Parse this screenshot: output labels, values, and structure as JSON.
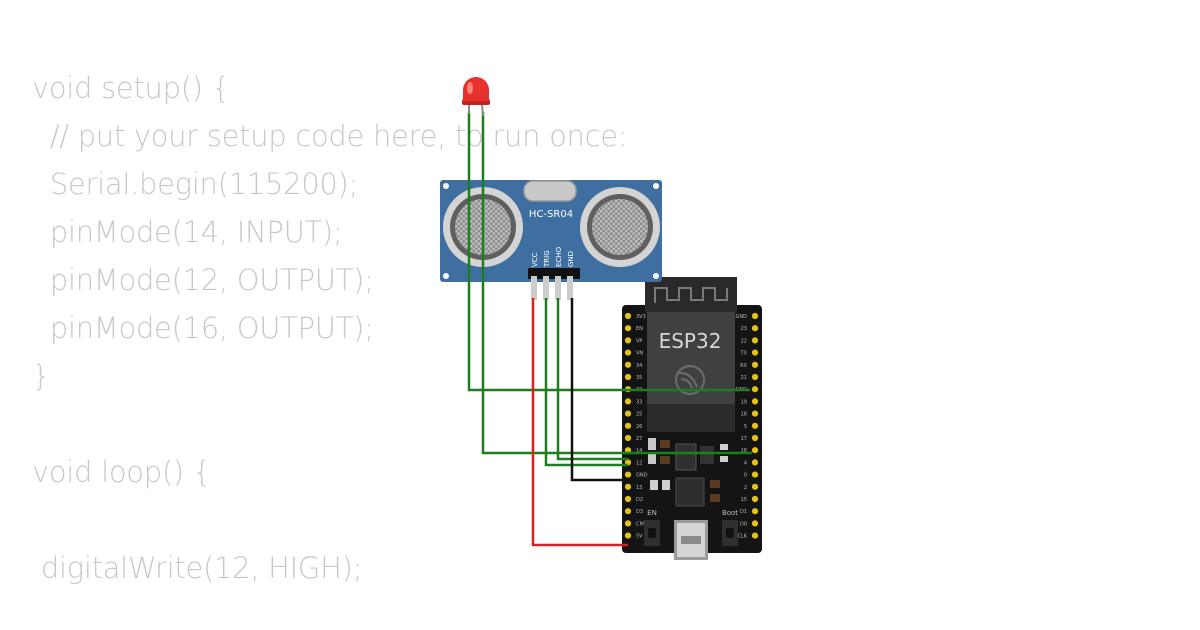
{
  "code": {
    "lines": [
      "void setup() {",
      "  // put your setup code here, to run once:",
      "  Serial.begin(115200);",
      "  pinMode(14, INPUT);",
      "  pinMode(12, OUTPUT);",
      "  pinMode(16, OUTPUT);",
      "}",
      "",
      "void loop() {",
      "",
      " digitalWrite(12, HIGH);"
    ]
  },
  "sensor": {
    "model": "HC-SR04",
    "pins": [
      "VCC",
      "TRIG",
      "ECHO",
      "GND"
    ],
    "board_color": "#3f6fa0"
  },
  "board": {
    "label": "ESP32",
    "left_pins": [
      "3V3",
      "EN",
      "VP",
      "VN",
      "34",
      "35",
      "32",
      "33",
      "25",
      "26",
      "27",
      "14",
      "12",
      "GND",
      "13",
      "D2",
      "D3",
      "CMD",
      "5V"
    ],
    "right_pins": [
      "GND",
      "23",
      "22",
      "TX",
      "RX",
      "21",
      "GND",
      "19",
      "18",
      "5",
      "17",
      "16",
      "4",
      "0",
      "2",
      "15",
      "D1",
      "D0",
      "CLK"
    ],
    "en_label": "EN",
    "boot_label": "Boot"
  },
  "led": {
    "color": "#e8302c"
  },
  "wires": {
    "signal_color": "#1e7d1e",
    "power_color": "#d62222",
    "ground_color": "#111111"
  }
}
